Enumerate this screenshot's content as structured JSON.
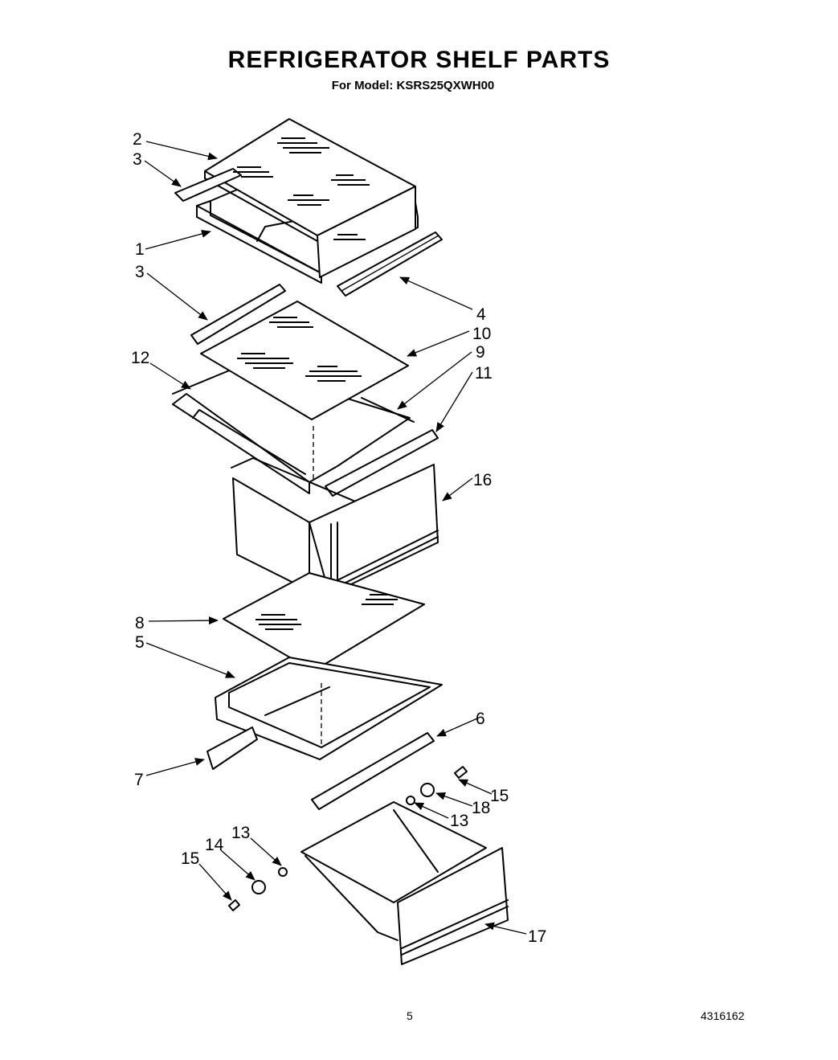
{
  "header": {
    "title": "REFRIGERATOR SHELF PARTS",
    "subtitle": "For Model: KSRS25QXWH00"
  },
  "callouts": {
    "c1": "1",
    "c2": "2",
    "c3a": "3",
    "c3b": "3",
    "c4": "4",
    "c5": "5",
    "c6": "6",
    "c7": "7",
    "c8": "8",
    "c9": "9",
    "c10": "10",
    "c11": "11",
    "c12": "12",
    "c13a": "13",
    "c13b": "13",
    "c14": "14",
    "c15a": "15",
    "c15b": "15",
    "c16": "16",
    "c17": "17",
    "c18": "18"
  },
  "footer": {
    "page_number": "5",
    "doc_number": "4316162"
  }
}
